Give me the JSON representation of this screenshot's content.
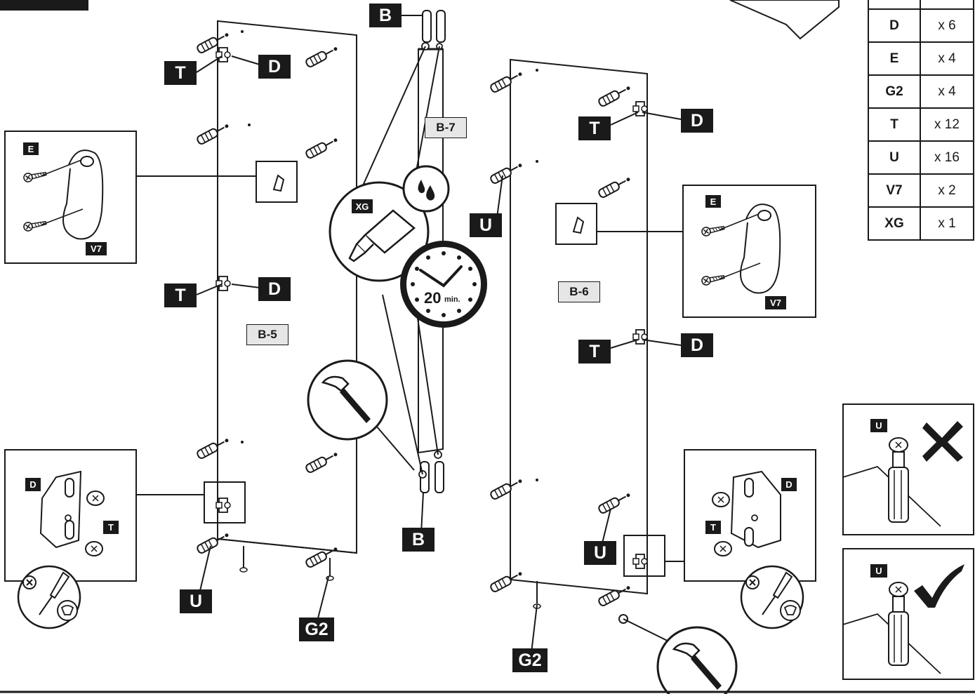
{
  "labels": {
    "T": "T",
    "D": "D",
    "E": "E",
    "U": "U",
    "B": "B",
    "G2": "G2",
    "V7": "V7",
    "XG": "XG"
  },
  "panels": {
    "b5": "B-5",
    "b6": "B-6",
    "b7": "B-7"
  },
  "clock": {
    "time": "20",
    "unit": "min."
  },
  "parts_table": [
    {
      "part": "D",
      "qty": "x 6"
    },
    {
      "part": "E",
      "qty": "x 4"
    },
    {
      "part": "G2",
      "qty": "x 4"
    },
    {
      "part": "T",
      "qty": "x 12"
    },
    {
      "part": "U",
      "qty": "x 16"
    },
    {
      "part": "V7",
      "qty": "x 2"
    },
    {
      "part": "XG",
      "qty": "x 1"
    }
  ],
  "colors": {
    "ink": "#1a1a1a",
    "label_bg": "#1a1a1a",
    "panel_label_bg": "#e6e6e6"
  },
  "icons": {
    "glue_drop": "water-drop-icon",
    "hammer": "hammer-icon",
    "screwdriver": "screwdriver-icon",
    "wrong": "cross-mark-icon",
    "right": "check-mark-icon"
  }
}
